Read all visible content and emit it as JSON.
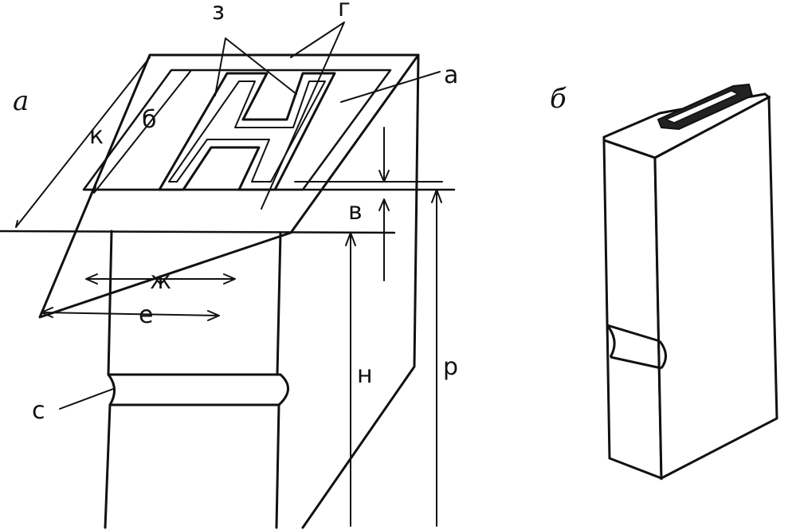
{
  "panels": {
    "a": {
      "label": "а"
    },
    "b": {
      "label": "б"
    }
  },
  "labels": {
    "z": "з",
    "g": "г",
    "a": "а",
    "k": "к",
    "b": "б",
    "v": "в",
    "zh": "ж",
    "e": "е",
    "n": "н",
    "r": "р",
    "s": "с"
  }
}
